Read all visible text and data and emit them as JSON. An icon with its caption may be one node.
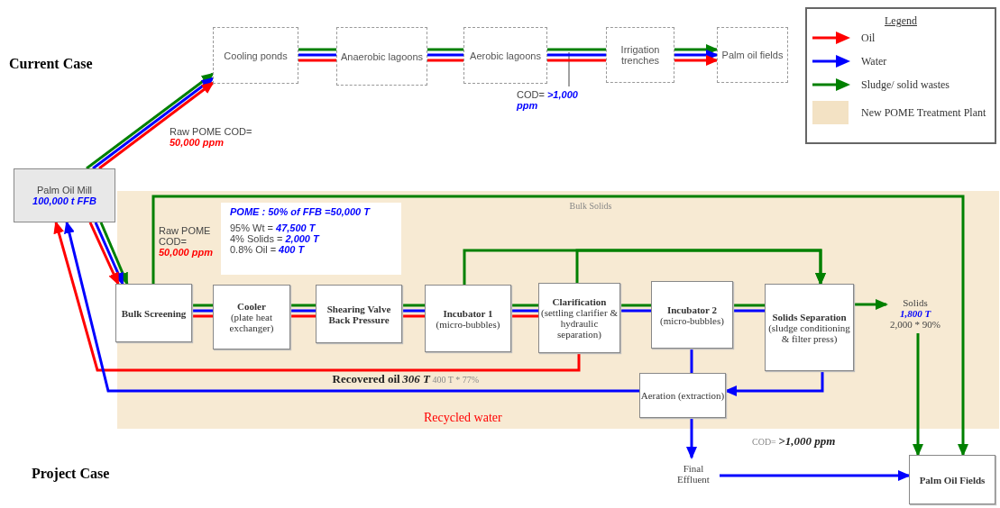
{
  "diagram": {
    "nodes": [
      {
        "text": [
          "Palm Oil Mill",
          "100,000 t FFB"
        ]
      },
      {
        "text": [
          "Cooling ponds"
        ]
      },
      {
        "text": [
          "Anaerobic lagoons"
        ]
      },
      {
        "text": [
          "Aerobic lagoons"
        ]
      },
      {
        "text": [
          "Irrigation trenches"
        ]
      },
      {
        "text": [
          "Palm oil fields"
        ]
      },
      {
        "text": [
          "POME : 50% of FFB =50,000 T",
          "95% Wt = **47,500 T**",
          "4% Solids = **2,000 T**",
          "0.8% Oil = **400 T**"
        ]
      },
      {
        "text": [
          "Bulk Screening"
        ]
      },
      {
        "text": [
          "Cooler",
          "(plate heat exchanger)"
        ]
      },
      {
        "text": [
          "Shearing Valve Back Pressure"
        ]
      },
      {
        "text": [
          "Incubator 1",
          "(micro-bubbles)"
        ]
      },
      {
        "text": [
          "Clarification",
          "(settling clarifier & hydraulic separation)"
        ]
      },
      {
        "text": [
          "Incubator 2",
          "(micro-bubbles)"
        ]
      },
      {
        "text": [
          "Solids Separation",
          "(sludge conditioning & filter press)"
        ]
      },
      {
        "text": [
          "Solids",
          "1,800 T",
          "2,000 * 90%"
        ]
      },
      {
        "text": [
          "Aeration (extraction)"
        ]
      },
      {
        "text": [
          "Final Effluent"
        ]
      },
      {
        "text": [
          "Palm Oil Fields"
        ]
      }
    ],
    "edges": [
      {
        "from": 0,
        "to": 1,
        "arrow": "to",
        "color": "#008000"
      },
      {
        "from": 0,
        "to": 1,
        "arrow": "to",
        "color": "#0000ff"
      },
      {
        "from": 0,
        "to": 1,
        "arrow": "to",
        "color": "#ff0000"
      },
      {
        "from": 1,
        "to": 2,
        "arrow": "none",
        "color": "#008000"
      },
      {
        "from": 1,
        "to": 2,
        "arrow": "none",
        "color": "#0000ff"
      },
      {
        "from": 1,
        "to": 2,
        "arrow": "none",
        "color": "#ff0000"
      },
      {
        "from": 2,
        "to": 3,
        "arrow": "none",
        "color": "#008000"
      },
      {
        "from": 2,
        "to": 3,
        "arrow": "none",
        "color": "#0000ff"
      },
      {
        "from": 2,
        "to": 3,
        "arrow": "none",
        "color": "#ff0000"
      },
      {
        "from": 3,
        "to": 4,
        "arrow": "none",
        "color": "#008000"
      },
      {
        "from": 3,
        "to": 4,
        "arrow": "none",
        "color": "#0000ff"
      },
      {
        "from": 3,
        "to": 4,
        "arrow": "none",
        "color": "#ff0000"
      },
      {
        "from": 4,
        "to": 5,
        "arrow": "to",
        "color": "#008000"
      },
      {
        "from": 4,
        "to": 5,
        "arrow": "to",
        "color": "#0000ff"
      },
      {
        "from": 4,
        "to": 5,
        "arrow": "to",
        "color": "#ff0000"
      },
      {
        "from": 0,
        "to": 7,
        "arrow": "to",
        "color": "#008000"
      },
      {
        "from": 0,
        "to": 7,
        "arrow": "to",
        "color": "#0000ff"
      },
      {
        "from": 0,
        "to": 7,
        "arrow": "to",
        "color": "#ff0000"
      },
      {
        "from": 7,
        "to": 8,
        "arrow": "none",
        "color": "#008000"
      },
      {
        "from": 7,
        "to": 8,
        "arrow": "none",
        "color": "#0000ff"
      },
      {
        "from": 7,
        "to": 8,
        "arrow": "none",
        "color": "#ff0000"
      },
      {
        "from": 8,
        "to": 9,
        "arrow": "none",
        "color": "#008000"
      },
      {
        "from": 8,
        "to": 9,
        "arrow": "none",
        "color": "#0000ff"
      },
      {
        "from": 8,
        "to": 9,
        "arrow": "none",
        "color": "#ff0000"
      },
      {
        "from": 9,
        "to": 10,
        "arrow": "none",
        "color": "#008000"
      },
      {
        "from": 9,
        "to": 10,
        "arrow": "none",
        "color": "#0000ff"
      },
      {
        "from": 9,
        "to": 10,
        "arrow": "none",
        "color": "#ff0000"
      },
      {
        "from": 10,
        "to": 11,
        "arrow": "none",
        "color": "#008000"
      },
      {
        "from": 10,
        "to": 11,
        "arrow": "none",
        "color": "#0000ff"
      },
      {
        "from": 10,
        "to": 11,
        "arrow": "none",
        "color": "#ff0000"
      },
      {
        "from": 11,
        "to": 12,
        "arrow": "none",
        "color": "#008000"
      },
      {
        "from": 11,
        "to": 12,
        "arrow": "none",
        "color": "#0000ff"
      },
      {
        "from": 12,
        "to": 13,
        "arrow": "none",
        "color": "#008000"
      },
      {
        "from": 12,
        "to": 13,
        "arrow": "none",
        "color": "#0000ff"
      },
      {
        "from": 7,
        "to": 17,
        "arrow": "to",
        "color": "#008000",
        "label": "Bulk Solids"
      },
      {
        "from": 10,
        "to": 13,
        "arrow": "to",
        "color": "#008000"
      },
      {
        "from": 11,
        "to": 13,
        "arrow": "to",
        "color": "#008000"
      },
      {
        "from": 13,
        "to": 14,
        "arrow": "to",
        "color": "#008000"
      },
      {
        "from": 14,
        "to": 17,
        "arrow": "to",
        "color": "#008000"
      },
      {
        "from": 11,
        "to": 0,
        "arrow": "to",
        "color": "#ff0000",
        "label": "**Recovered oil** **306 T** 400 T * 77%"
      },
      {
        "from": 12,
        "to": 15,
        "arrow": "none",
        "color": "#0000ff"
      },
      {
        "from": 13,
        "to": 15,
        "arrow": "to",
        "color": "#0000ff"
      },
      {
        "from": 15,
        "to": 0,
        "arrow": "to",
        "color": "#0000ff"
      },
      {
        "from": 15,
        "to": 16,
        "arrow": "to",
        "color": "#0000ff"
      },
      {
        "from": 16,
        "to": 17,
        "arrow": "to",
        "color": "#0000ff",
        "label": "COD= **>1,000 ppm**"
      }
    ],
    "labels": [
      "Current Case",
      "Project Case",
      "Raw POME COD= **50,000 ppm**",
      "COD= **>1,000 ppm**",
      "Raw POME COD= **50,000 ppm**",
      "Recycled water"
    ],
    "legend": [
      {
        "text": "Legend"
      },
      {
        "text": "Oil",
        "color": "#ff0000"
      },
      {
        "text": "Water",
        "color": "#0000ff"
      },
      {
        "text": "Sludge/ solid wastes",
        "color": "#008000"
      },
      {
        "text": "New POME Treatment Plant",
        "color": "#f3e2c4"
      }
    ]
  }
}
